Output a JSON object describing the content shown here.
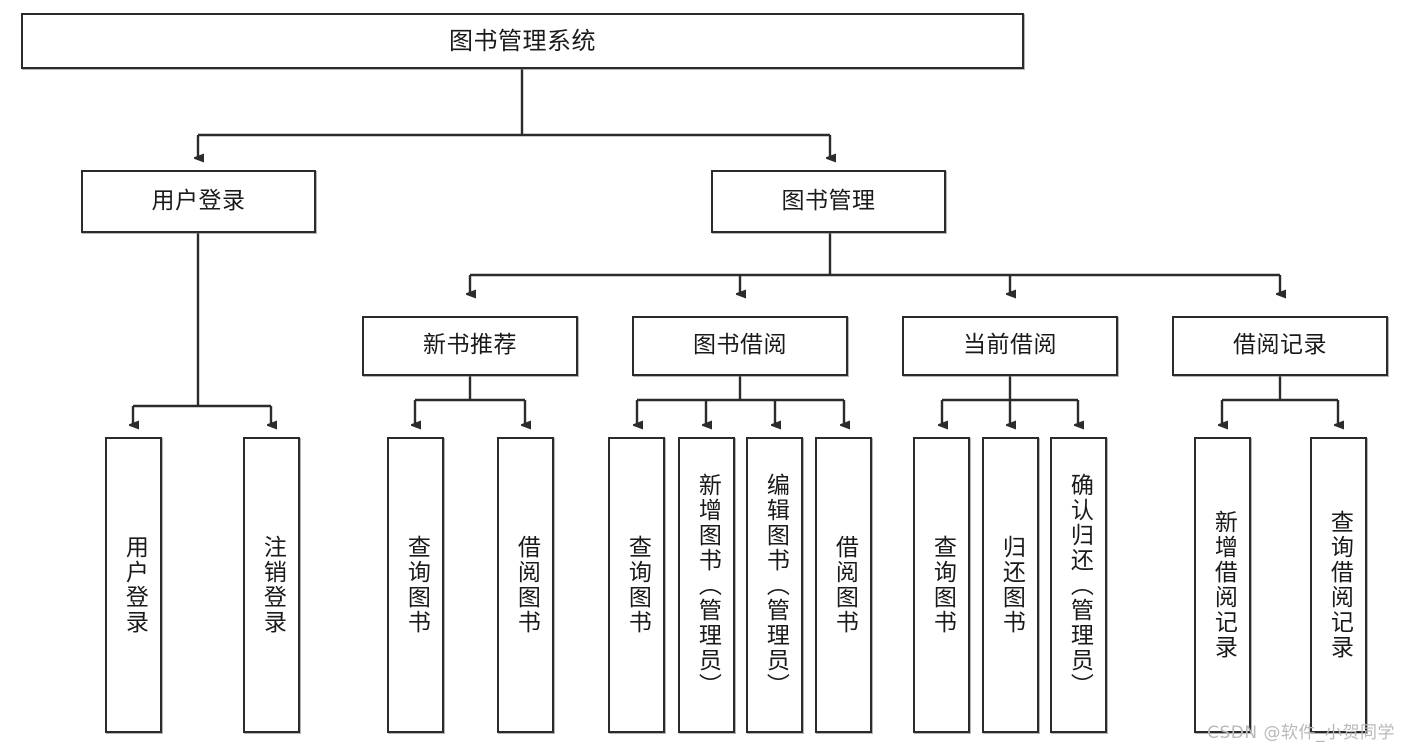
{
  "diagram": {
    "type": "tree-hierarchy",
    "title": "图书管理系统",
    "watermark": "CSDN @软件_小贺同学",
    "colors": {
      "box_border": "#2b2b2b",
      "box_fill": "#ffffff",
      "connector": "#2b2b2b",
      "text": "#1a1a1a",
      "watermark": "#b9b9b9"
    },
    "nodes": {
      "root": {
        "label": "图书管理系统",
        "level": 1
      },
      "n_user_login": {
        "label": "用户登录",
        "level": 2
      },
      "n_book_mgmt": {
        "label": "图书管理",
        "level": 2
      },
      "n_new_book_rec": {
        "label": "新书推荐",
        "level": 3
      },
      "n_book_borrow": {
        "label": "图书借阅",
        "level": 3
      },
      "n_current_borrow": {
        "label": "当前借阅",
        "level": 3
      },
      "n_borrow_record": {
        "label": "借阅记录",
        "level": 3
      },
      "l_user_login": {
        "label": "用户登录",
        "level": 4
      },
      "l_user_logout": {
        "label": "注销登录",
        "level": 4
      },
      "l_rec_query_book": {
        "label": "查询图书",
        "level": 4
      },
      "l_rec_borrow_book": {
        "label": "借阅图书",
        "level": 4
      },
      "l_borrow_query_book": {
        "label": "查询图书",
        "level": 4
      },
      "l_add_book_admin": {
        "label": "新增图书（管理员）",
        "level": 4
      },
      "l_edit_book_admin": {
        "label": "编辑图书（管理员）",
        "level": 4
      },
      "l_borrow_book": {
        "label": "借阅图书",
        "level": 4
      },
      "l_cur_query_book": {
        "label": "查询图书",
        "level": 4
      },
      "l_return_book": {
        "label": "归还图书",
        "level": 4
      },
      "l_confirm_return_admin": {
        "label": "确认归还（管理员）",
        "level": 4
      },
      "l_add_borrow_record": {
        "label": "新增借阅记录",
        "level": 4
      },
      "l_query_borrow_record": {
        "label": "查询借阅记录",
        "level": 4
      }
    },
    "edges": [
      {
        "from": "root",
        "to": "n_user_login"
      },
      {
        "from": "root",
        "to": "n_book_mgmt"
      },
      {
        "from": "n_user_login",
        "to": "l_user_login"
      },
      {
        "from": "n_user_login",
        "to": "l_user_logout"
      },
      {
        "from": "n_book_mgmt",
        "to": "n_new_book_rec"
      },
      {
        "from": "n_book_mgmt",
        "to": "n_book_borrow"
      },
      {
        "from": "n_book_mgmt",
        "to": "n_current_borrow"
      },
      {
        "from": "n_book_mgmt",
        "to": "n_borrow_record"
      },
      {
        "from": "n_new_book_rec",
        "to": "l_rec_query_book"
      },
      {
        "from": "n_new_book_rec",
        "to": "l_rec_borrow_book"
      },
      {
        "from": "n_book_borrow",
        "to": "l_borrow_query_book"
      },
      {
        "from": "n_book_borrow",
        "to": "l_add_book_admin"
      },
      {
        "from": "n_book_borrow",
        "to": "l_edit_book_admin"
      },
      {
        "from": "n_book_borrow",
        "to": "l_borrow_book"
      },
      {
        "from": "n_current_borrow",
        "to": "l_cur_query_book"
      },
      {
        "from": "n_current_borrow",
        "to": "l_return_book"
      },
      {
        "from": "n_current_borrow",
        "to": "l_confirm_return_admin"
      },
      {
        "from": "n_borrow_record",
        "to": "l_add_borrow_record"
      },
      {
        "from": "n_borrow_record",
        "to": "l_query_borrow_record"
      }
    ]
  }
}
